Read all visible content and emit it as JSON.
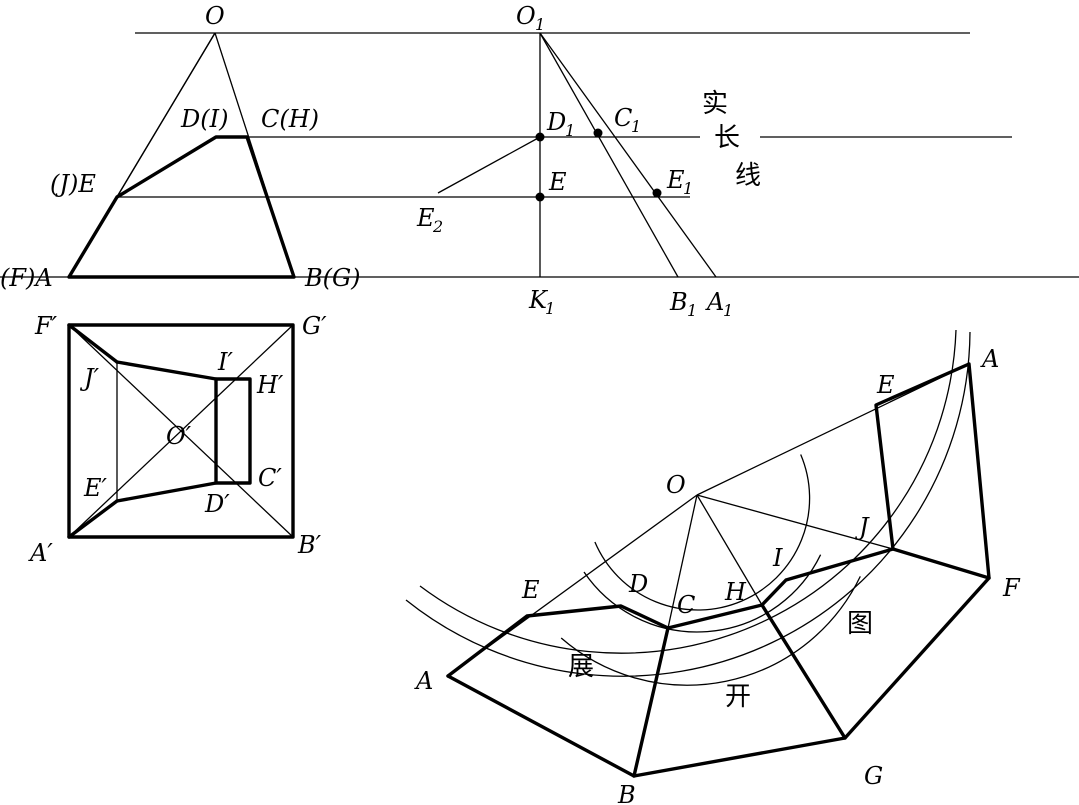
{
  "labels": {
    "O": "O",
    "O1": "O",
    "O1_sub": "1",
    "DI": "D(I)",
    "CH": "C(H)",
    "JE": "(J)E",
    "FA": "(F)A",
    "BG": "B(G)",
    "D1": "D",
    "D1_sub": "1",
    "C1": "C",
    "C1_sub": "1",
    "E_mid": "E",
    "E1": "E",
    "E1_sub": "1",
    "E2": "E",
    "E2_sub": "2",
    "K1": "K",
    "K1_sub": "1",
    "B1": "B",
    "B1_sub": "1",
    "A1": "A",
    "A1_sub": "1",
    "F_p": "F′",
    "G_p": "G′",
    "J_p": "J′",
    "I_p": "I′",
    "H_p": "H′",
    "O_p": "O′",
    "E_p": "E′",
    "C_p": "C′",
    "D_p": "D′",
    "A_p": "A′",
    "B_p": "B′",
    "dev_O": "O",
    "dev_E_top": "E",
    "dev_A_top": "A",
    "dev_J": "J",
    "dev_I": "I",
    "dev_H": "H",
    "dev_C": "C",
    "dev_D": "D",
    "dev_E_left": "E",
    "dev_A_left": "A",
    "dev_F": "F",
    "dev_B": "B",
    "dev_G": "G"
  },
  "true_length_text": [
    "实",
    "长",
    "线"
  ],
  "development_text": [
    "展",
    "开",
    "图"
  ]
}
